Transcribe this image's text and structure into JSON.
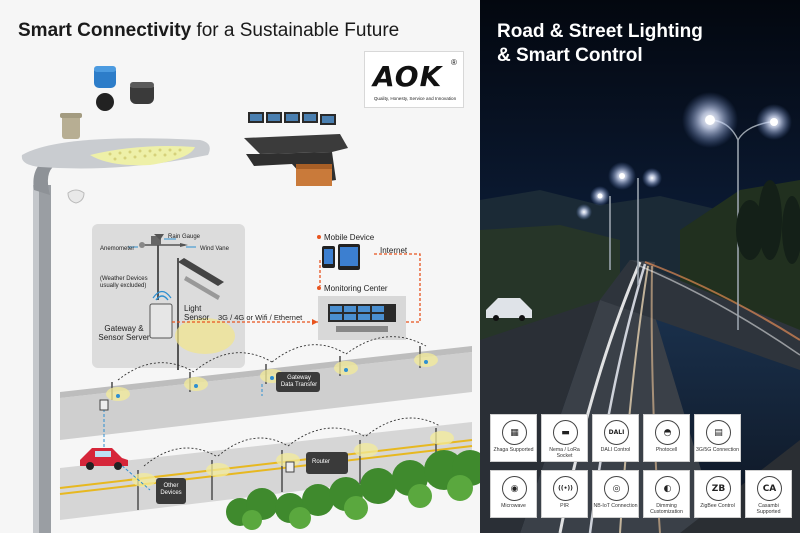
{
  "left": {
    "title_bold": "Smart Connectivity",
    "title_rest": "for a Sustainable Future",
    "logo": {
      "mark": "AOK",
      "reg": "®",
      "tagline": "Quality, Honesty, Service and Innovation"
    },
    "diagram": {
      "rain_gauge": "Rain Gauge",
      "anemometer": "Anemometer",
      "wind_vane": "Wind Vane",
      "weather_note": "(Weather Devices usually excluded)",
      "light_sensor": "Light Sensor",
      "gateway": "Gateway & Sensor Server",
      "link_label": "3G / 4G or Wifi / Ethernet",
      "mobile_device": "Mobile Device",
      "internet": "Internet",
      "monitoring_center": "Monitoring Center",
      "gateway_transfer": "Gateway Data Transfer",
      "router": "Router",
      "other_devices": "Other Devices"
    }
  },
  "right": {
    "title_line1": "Road & Street Lighting",
    "title_line2": "& Smart Control",
    "features": [
      {
        "icon": "zhaga-icon",
        "glyph": "▦",
        "label": "Zhaga Supported"
      },
      {
        "icon": "nema-socket-icon",
        "glyph": "▬",
        "label": "Nema / LoRa Socket"
      },
      {
        "icon": "dali-icon",
        "glyph": "DALI",
        "label": "DALI Control"
      },
      {
        "icon": "photocell-icon",
        "glyph": "◓",
        "label": "Photocell"
      },
      {
        "icon": "3g5g-icon",
        "glyph": "▤",
        "label": "3G/5G Connection"
      },
      {
        "icon": "microwave-icon",
        "glyph": "◉",
        "label": "Microwave"
      },
      {
        "icon": "pir-icon",
        "glyph": "((•))",
        "label": "PIR"
      },
      {
        "icon": "nb-iot-icon",
        "glyph": "◎",
        "label": "NB-IoT Connection"
      },
      {
        "icon": "dimming-icon",
        "glyph": "◐",
        "label": "Dimming Customization"
      },
      {
        "icon": "zigbee-icon",
        "glyph": "ZB",
        "label": "ZigBee Control"
      },
      {
        "icon": "casambi-icon",
        "glyph": "CA",
        "label": "Casambi Supported"
      }
    ]
  },
  "colors": {
    "accent_orange": "#e8541e",
    "night_blue": "#050b18",
    "panel_gray": "#dcdcdc"
  }
}
